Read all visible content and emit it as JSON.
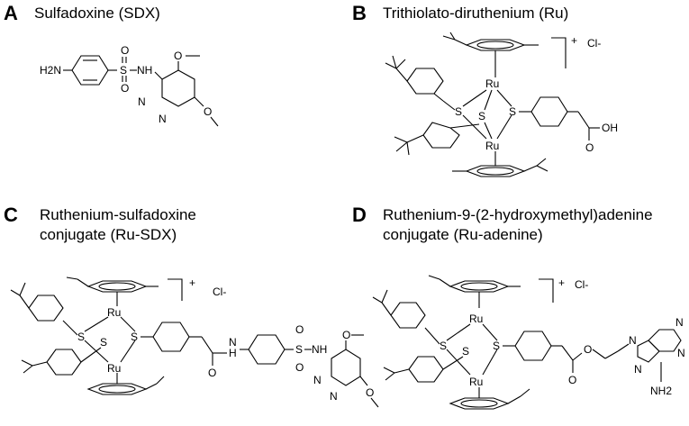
{
  "panels": [
    {
      "letter": "A",
      "title_lines": [
        "Sulfadoxine (SDX)"
      ]
    },
    {
      "letter": "B",
      "title_lines": [
        "Trithiolato-diruthenium (Ru)"
      ]
    },
    {
      "letter": "C",
      "title_lines": [
        "Ruthenium-sulfadoxine",
        "conjugate (Ru-SDX)"
      ]
    },
    {
      "letter": "D",
      "title_lines": [
        "Ruthenium-9-(2-hydroxymethyl)adenine",
        "conjugate (Ru-adenine)"
      ]
    }
  ],
  "atoms": {
    "ru": "Ru",
    "s": "S",
    "o": "O",
    "n": "N",
    "h2n": "H2N",
    "nh2": "NH2",
    "nh": "NH",
    "oh": "OH",
    "h": "H",
    "cl": "Cl-",
    "charge": "+"
  }
}
